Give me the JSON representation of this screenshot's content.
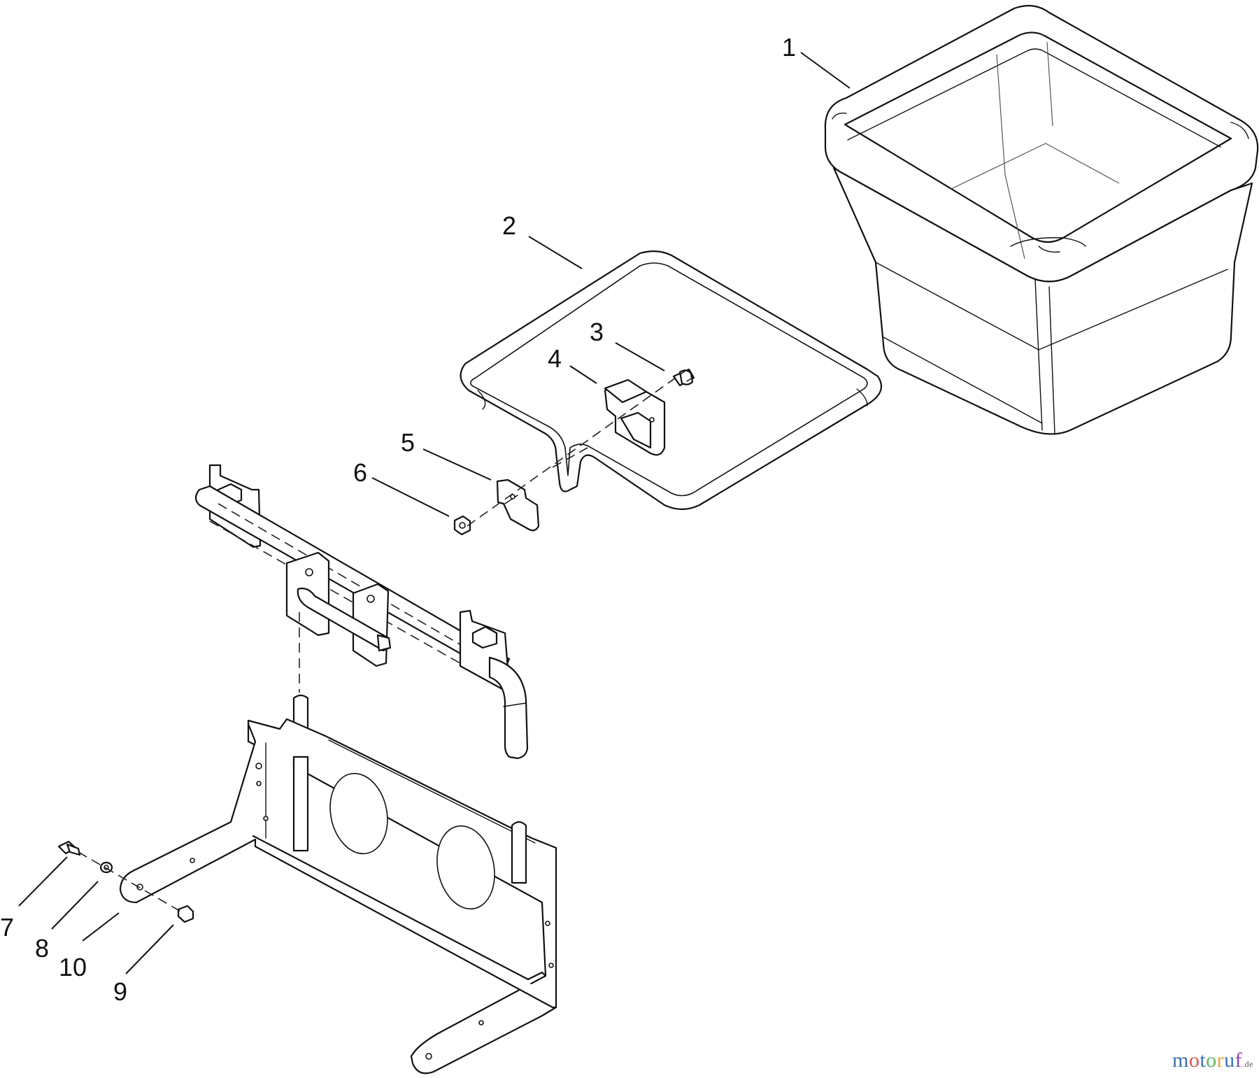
{
  "callouts": [
    {
      "id": "1",
      "label": "1"
    },
    {
      "id": "2",
      "label": "2"
    },
    {
      "id": "3",
      "label": "3"
    },
    {
      "id": "4",
      "label": "4"
    },
    {
      "id": "5",
      "label": "5"
    },
    {
      "id": "6",
      "label": "6"
    },
    {
      "id": "7",
      "label": "7"
    },
    {
      "id": "8",
      "label": "8"
    },
    {
      "id": "9",
      "label": "9"
    },
    {
      "id": "10",
      "label": "10"
    }
  ],
  "watermark": {
    "letters": [
      "m",
      "o",
      "t",
      "o",
      "r",
      "u",
      "f"
    ],
    "colors": [
      "#3c6fb0",
      "#d9534f",
      "#3c6fb0",
      "#5cb85c",
      "#f0a030",
      "#3c6fb0",
      "#8e44ad"
    ],
    "tld": ".de"
  }
}
